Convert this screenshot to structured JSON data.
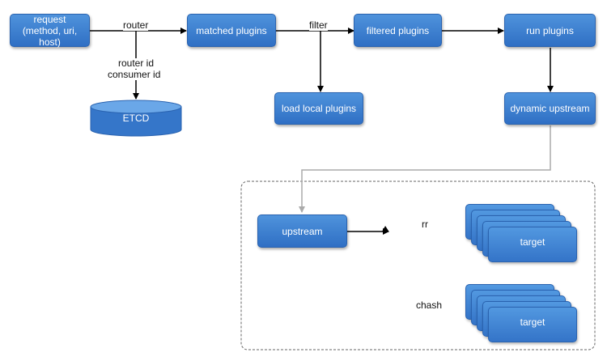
{
  "nodes": {
    "request": "request\n(method, uri, host)",
    "matched_plugins": "matched plugins",
    "filtered_plugins": "filtered plugins",
    "run_plugins": "run plugins",
    "etcd": "ETCD",
    "load_local_plugins": "load local plugins",
    "dynamic_upstream": "dynamic upstream",
    "upstream": "upstream",
    "target_top": "target",
    "target_bottom": "target"
  },
  "edges": {
    "router": "router",
    "router_id": "router id",
    "consumer_id": "consumer id",
    "filter": "filter",
    "rr": "rr",
    "chash": "chash"
  },
  "colors": {
    "node_fill": "#3a7fd4",
    "arrow": "#000000",
    "grey_arrow": "#aaaaaa",
    "group_border": "#666666"
  }
}
